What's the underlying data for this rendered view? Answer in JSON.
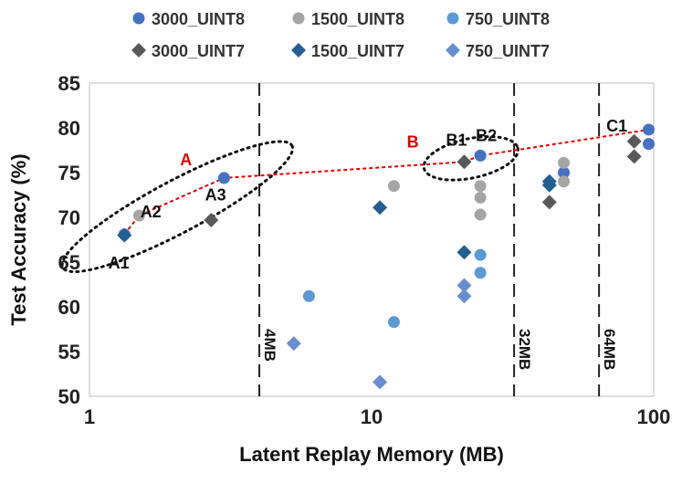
{
  "chart_data": {
    "type": "scatter",
    "xlabel": "Latent Replay Memory (MB)",
    "ylabel": "Test Accuracy (%)",
    "x_scale": "log",
    "xlim": [
      1,
      100
    ],
    "ylim": [
      50,
      85
    ],
    "x_ticks": [
      "1",
      "10",
      "100"
    ],
    "y_ticks": [
      "50",
      "55",
      "60",
      "65",
      "70",
      "75",
      "80",
      "85"
    ],
    "grid": false,
    "legend_position": "top",
    "series": [
      {
        "name": "3000_UINT8",
        "marker": "circle",
        "color": "#4472c4",
        "points": [
          [
            1.33,
            68.1
          ],
          [
            3.0,
            74.4
          ],
          [
            24.3,
            76.9
          ],
          [
            48.0,
            75.0
          ],
          [
            96.0,
            79.8
          ],
          [
            96.0,
            78.2
          ]
        ]
      },
      {
        "name": "1500_UINT8",
        "marker": "circle",
        "color": "#a5a5a5",
        "points": [
          [
            1.5,
            70.2
          ],
          [
            12.0,
            73.5
          ],
          [
            24.3,
            73.5
          ],
          [
            24.3,
            72.2
          ],
          [
            24.3,
            70.3
          ],
          [
            48.0,
            76.1
          ],
          [
            48.0,
            74.0
          ]
        ]
      },
      {
        "name": "750_UINT8",
        "marker": "circle",
        "color": "#5b9bd5",
        "points": [
          [
            6.0,
            61.2
          ],
          [
            12.0,
            58.3
          ],
          [
            24.3,
            65.8
          ],
          [
            24.3,
            63.8
          ]
        ]
      },
      {
        "name": "3000_UINT7",
        "marker": "diamond",
        "color": "#595959",
        "points": [
          [
            2.7,
            69.7
          ],
          [
            21.3,
            76.2
          ],
          [
            42.7,
            71.7
          ],
          [
            85.3,
            78.5
          ],
          [
            85.3,
            76.8
          ]
        ]
      },
      {
        "name": "1500_UINT7",
        "marker": "diamond",
        "color": "#255e91",
        "points": [
          [
            1.33,
            68.0
          ],
          [
            10.7,
            71.1
          ],
          [
            21.3,
            66.1
          ],
          [
            42.7,
            74.0
          ],
          [
            42.7,
            73.6
          ]
        ]
      },
      {
        "name": "750_UINT7",
        "marker": "diamond",
        "color": "#698ed0",
        "points": [
          [
            5.3,
            55.9
          ],
          [
            10.7,
            51.6
          ],
          [
            21.3,
            62.4
          ],
          [
            21.3,
            61.2
          ]
        ]
      }
    ],
    "memory_lines": [
      {
        "x": 4,
        "label": "4MB"
      },
      {
        "x": 32,
        "label": "32MB"
      },
      {
        "x": 64,
        "label": "64MB"
      }
    ],
    "frontier": {
      "points": [
        [
          1.33,
          68.1
        ],
        [
          1.5,
          70.2
        ],
        [
          3.0,
          74.4
        ],
        [
          21.3,
          76.2
        ],
        [
          24.3,
          76.9
        ],
        [
          96.0,
          79.8
        ]
      ],
      "color": "#e00000",
      "labels": [
        {
          "text": "A",
          "x": 2.2,
          "y": 75.8
        },
        {
          "text": "B",
          "x": 14.0,
          "y": 77.8
        }
      ]
    },
    "annotations": [
      {
        "text": "A1",
        "x": 1.27,
        "y": 64.3
      },
      {
        "text": "A2",
        "x": 1.65,
        "y": 70.0
      },
      {
        "text": "A3",
        "x": 2.8,
        "y": 71.9
      },
      {
        "text": "B1",
        "x": 20.0,
        "y": 78.0
      },
      {
        "text": "B2",
        "x": 25.5,
        "y": 78.5
      },
      {
        "text": "C1",
        "x": 74.0,
        "y": 79.6
      }
    ],
    "ellipses": [
      {
        "cx": 2.05,
        "cy": 71.2,
        "rx_decades": 0.46,
        "ry": 2.9,
        "rotate": -28
      },
      {
        "cx": 22.5,
        "cy": 76.6,
        "rx_decades": 0.17,
        "ry": 2.2,
        "rotate": -12
      }
    ]
  }
}
